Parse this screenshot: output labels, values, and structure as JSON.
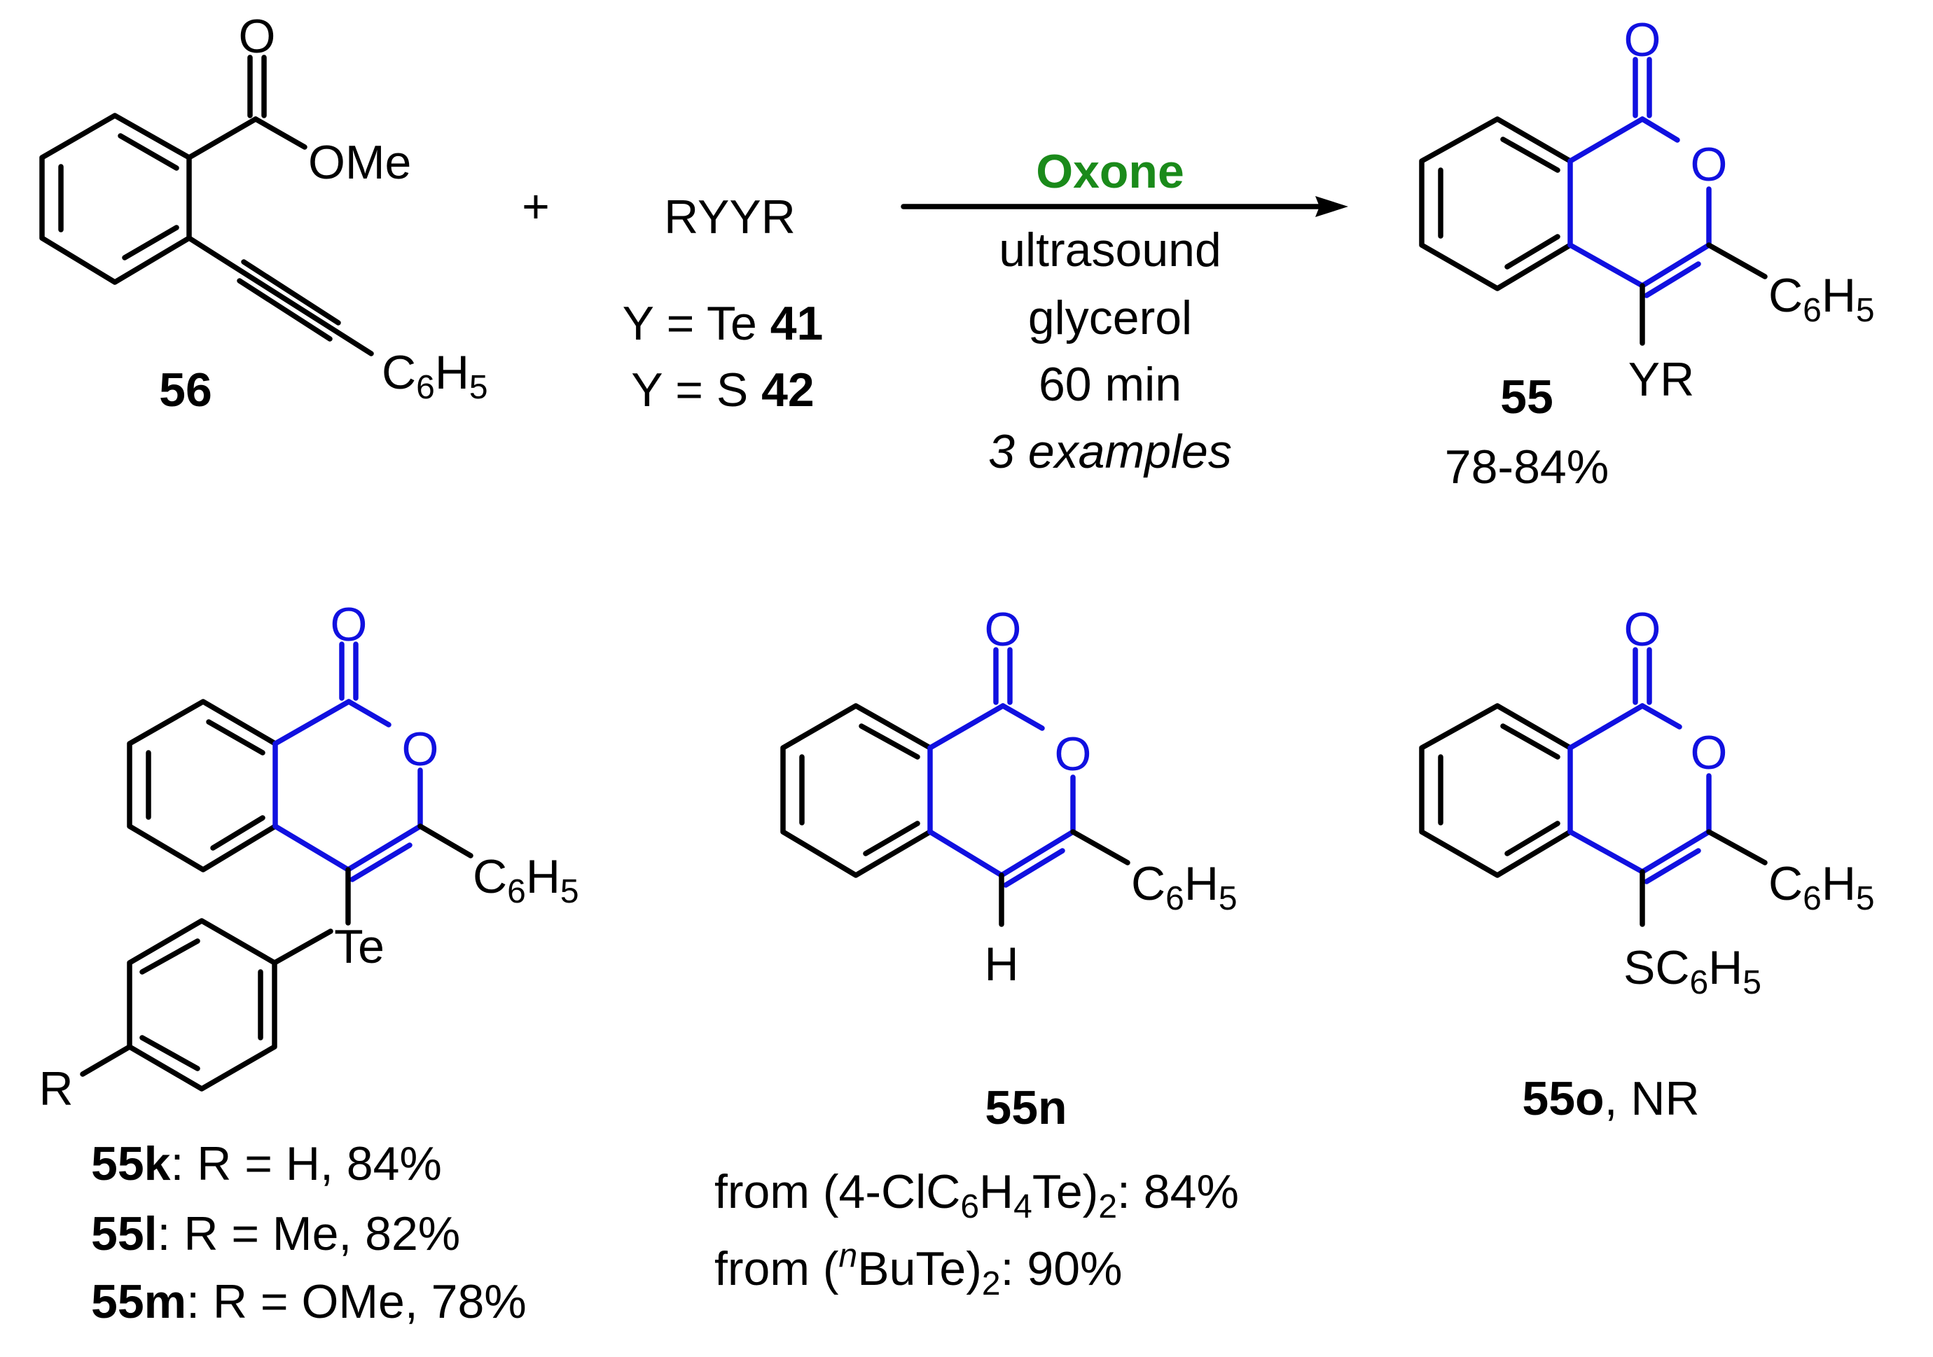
{
  "colors": {
    "bond": "#000000",
    "highlight": "#1010e0",
    "reagent": "#1a8a1a"
  },
  "atoms": {
    "O": "O",
    "OMe": "OMe",
    "C": "C",
    "H": "H",
    "six": "6",
    "five": "5",
    "four": "4",
    "two": "2",
    "Te": "Te",
    "S": "S",
    "YR": "YR",
    "R": "R",
    "plus": "+"
  },
  "starting_material": {
    "id": "56"
  },
  "reagent": {
    "formula": "RYYR",
    "option_te": {
      "text": "Y = Te ",
      "id": "41"
    },
    "option_s": {
      "text": "Y = S ",
      "id": "42"
    }
  },
  "conditions": {
    "reagent": "Oxone",
    "activation": "ultrasound",
    "solvent": "glycerol",
    "time": "60 min",
    "note": "3 examples"
  },
  "product": {
    "id": "55",
    "yield": "78-84%"
  },
  "examples": {
    "k": {
      "id": "55k",
      "detail": ": R = H, 84%"
    },
    "l": {
      "id": "55l",
      "detail": ": R = Me, 82%"
    },
    "m": {
      "id": "55m",
      "detail": ": R = OMe, 78%"
    },
    "n": {
      "id": "55n",
      "route1_prefix": "from (4-ClC",
      "route1_mid": "Te)",
      "route1_suffix": ": 84%",
      "route2_prefix": "from (",
      "route2_super": "n",
      "route2_mid": "BuTe)",
      "route2_suffix": ": 90%"
    },
    "o": {
      "id": "55o",
      "detail": ", NR"
    }
  }
}
